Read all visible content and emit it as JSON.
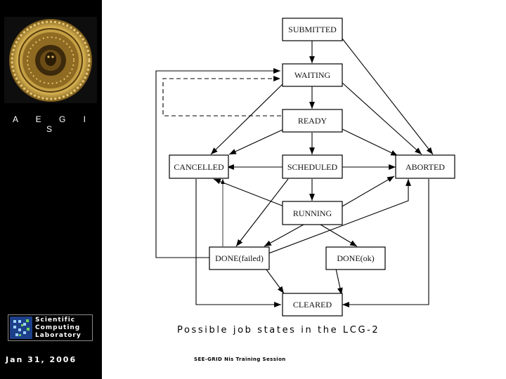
{
  "sidebar": {
    "title": "A E G I S",
    "lab_logo_text": "Scientific\nComputing\nLaboratory",
    "date": "Jan 31, 2006"
  },
  "diagram": {
    "states": {
      "submitted": "SUBMITTED",
      "waiting": "WAITING",
      "ready": "READY",
      "cancelled": "CANCELLED",
      "scheduled": "SCHEDULED",
      "aborted": "ABORTED",
      "running": "RUNNING",
      "done_failed": "DONE(failed)",
      "done_ok": "DONE(ok)",
      "cleared": "CLEARED"
    },
    "caption": "Possible job states in the LCG-2"
  },
  "footer": "SEE-GRID Nis Training Session"
}
